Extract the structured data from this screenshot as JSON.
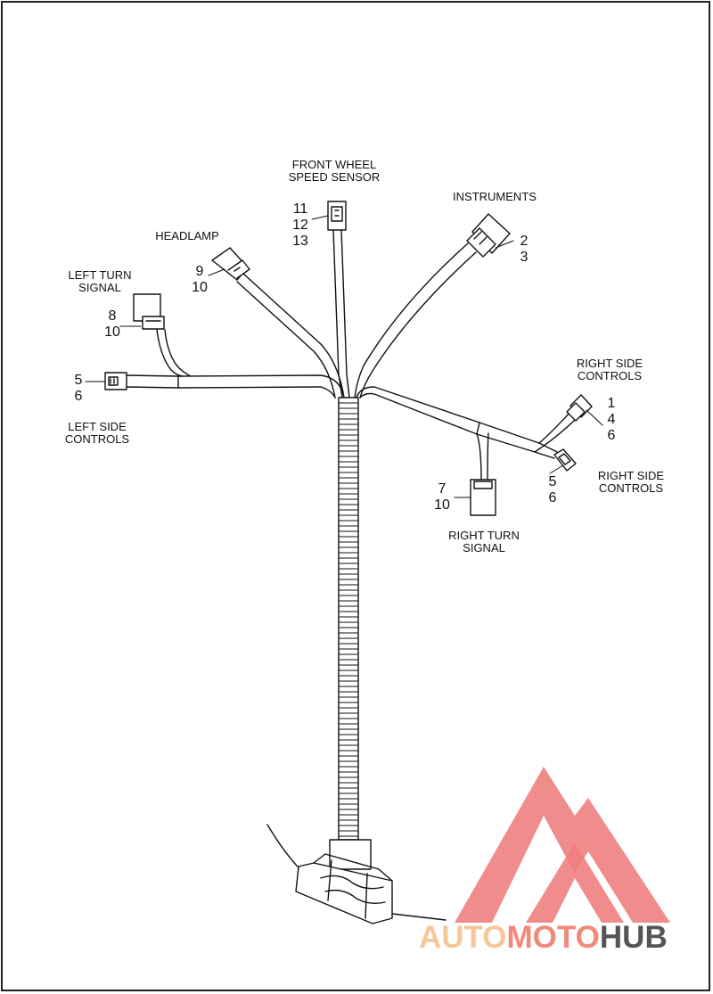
{
  "labels": {
    "front_wheel": [
      "FRONT WHEEL",
      "SPEED SENSOR"
    ],
    "instruments": "INSTRUMENTS",
    "headlamp": "HEADLAMP",
    "left_turn": [
      "LEFT TURN",
      "SIGNAL"
    ],
    "left_controls": [
      "LEFT SIDE",
      "CONTROLS"
    ],
    "right_controls_top": [
      "RIGHT SIDE",
      "CONTROLS"
    ],
    "right_controls_bottom": [
      "RIGHT SIDE",
      "CONTROLS"
    ],
    "right_turn": [
      "RIGHT TURN",
      "SIGNAL"
    ]
  },
  "callouts": {
    "front_wheel": [
      "11",
      "12",
      "13"
    ],
    "instruments": [
      "2",
      "3"
    ],
    "headlamp": [
      "9",
      "10"
    ],
    "left_turn": [
      "8",
      "10"
    ],
    "left_controls": [
      "5",
      "6"
    ],
    "right_controls_top": [
      "1",
      "4",
      "6"
    ],
    "right_controls_bottom": [
      "5",
      "6"
    ],
    "right_turn": [
      "7",
      "10"
    ]
  },
  "logo": {
    "part1": "AUTO",
    "part2": "MOTO",
    "part3": "HUB",
    "color_light": "#f7c79a",
    "color_mid": "#f08a7a",
    "color_dark": "#555555",
    "mark_color": "#f08080"
  }
}
